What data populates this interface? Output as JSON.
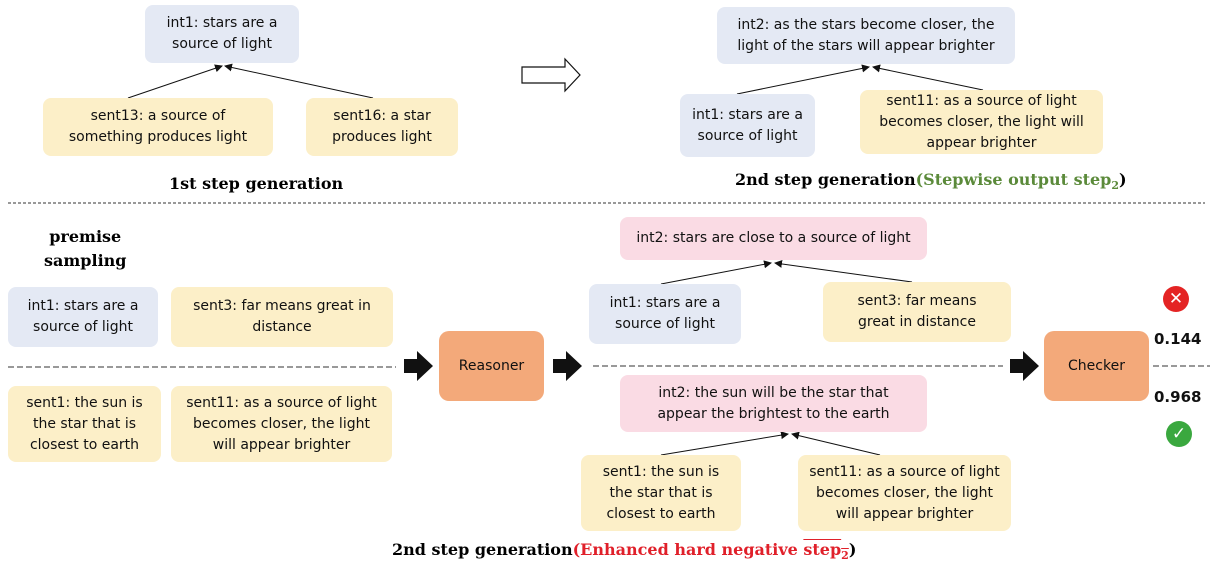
{
  "top_left": {
    "root": "int1: stars are a\nsource of light",
    "left_child": "sent13: a source of\nsomething produces light",
    "right_child": "sent16: a star\nproduces light",
    "caption": "1st step generation"
  },
  "top_right": {
    "root": "int2: as the stars become closer, the\nlight of the stars will appear brighter",
    "left_child": "int1: stars are a\nsource of light",
    "right_child": "sent11: as a source of light\nbecomes closer, the light will\nappear brighter",
    "caption_main": "2nd step generation",
    "caption_paren_open": "(Stepwise output step",
    "caption_sub": "2",
    "caption_paren_close": ")"
  },
  "premise": {
    "title": "premise\nsampling",
    "a1": "int1: stars are a\nsource of light",
    "a2": "sent3: far means great in\ndistance",
    "b1": "sent1: the sun is\nthe star that is\nclosest to earth",
    "b2": "sent11: as a source of light\nbecomes closer, the light\nwill appear brighter"
  },
  "reasoner_label": "Reasoner",
  "checker_label": "Checker",
  "upper_tree": {
    "root": "int2: stars are close to a source of light",
    "left_child": "int1: stars are a\nsource of light",
    "right_child": "sent3: far means\ngreat in distance"
  },
  "lower_tree": {
    "root": "int2: the sun will be the star that\nappear the brightest to the earth",
    "left_child": "sent1: the sun is\nthe star that is\nclosest to earth",
    "right_child": "sent11: as a source of light\nbecomes closer, the light\nwill appear brighter"
  },
  "scores": {
    "upper": "0.144",
    "lower": "0.968"
  },
  "icons": {
    "upper": "cross-icon",
    "lower": "check-icon",
    "colors": {
      "red": "#e42424",
      "green": "#3aa83f"
    }
  },
  "bottom_caption": {
    "main": "2nd step generation",
    "open": "(Enhanced hard negative ",
    "step": "step",
    "sub": "2",
    "close": ")"
  }
}
